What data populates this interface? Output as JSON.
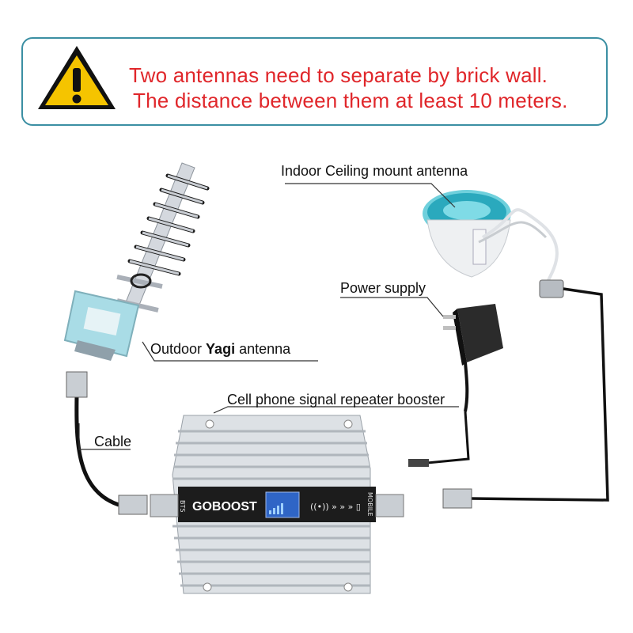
{
  "warning": {
    "line1": "Two antennas need to separate by brick wall.",
    "line2": "The distance between them at least 10 meters."
  },
  "labels": {
    "indoor_antenna": "Indoor Ceiling mount antenna",
    "power_supply": "Power supply",
    "outdoor_prefix": "Outdoor ",
    "outdoor_bold": "Yagi",
    "outdoor_suffix": " antenna",
    "repeater": "Cell phone signal repeater booster",
    "cable": "Cable"
  },
  "booster": {
    "brand": "GOBOOST",
    "port_left": "BTS",
    "port_right": "MOBILE"
  },
  "colors": {
    "warning_text": "#e0262a",
    "warning_border": "#3b8fa3",
    "antenna_teal": "#3bb3c4"
  }
}
